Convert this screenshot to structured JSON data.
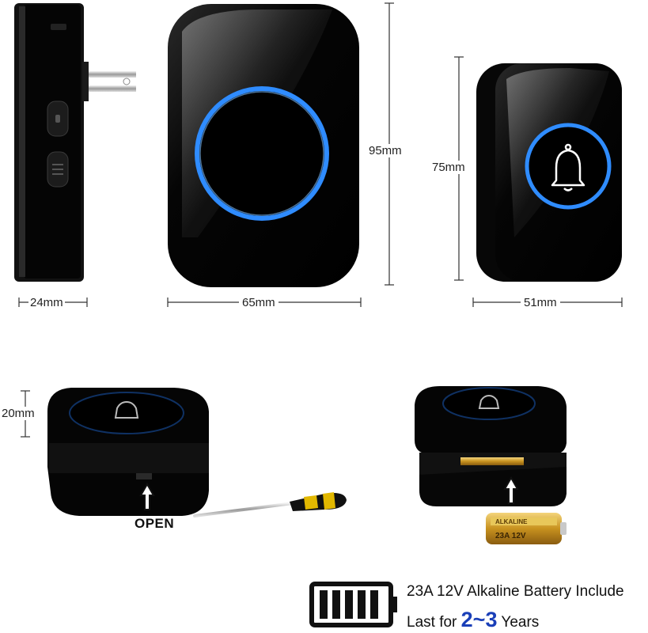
{
  "dimensions": {
    "side_width": "24mm",
    "front_width": "65mm",
    "front_height": "95mm",
    "button_height": "75mm",
    "button_width": "51mm",
    "depth": "20mm"
  },
  "labels": {
    "open": "OPEN",
    "battery_cell_text_1": "ALKALINE",
    "battery_cell_text_2": "23A 12V"
  },
  "battery_info": {
    "line1": "23A 12V Alkaline Battery Include",
    "line2_prefix": "Last for ",
    "line2_highlight": "2~3",
    "line2_suffix": " Years"
  },
  "colors": {
    "device_body": "#0a0a0a",
    "ring_blue": "#2f8cff",
    "highlight_blue": "#1a3fb8",
    "battery_gold": "#d9a531"
  }
}
